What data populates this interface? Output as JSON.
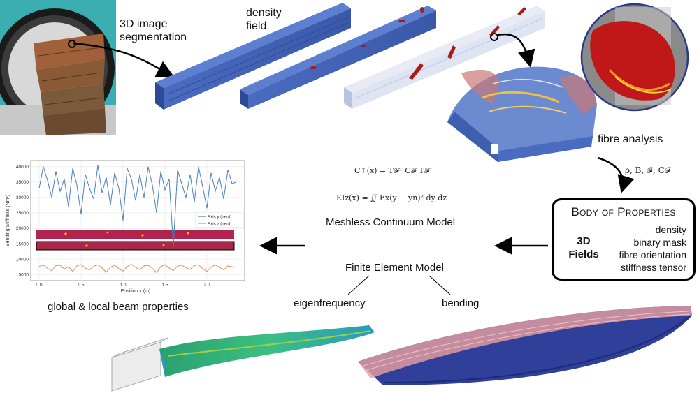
{
  "labels": {
    "segmentation_line1": "3D image",
    "segmentation_line2": "segmentation",
    "density_line1": "density",
    "density_line2": "field",
    "fibre_analysis": "fibre analysis",
    "body_params": "ρ,  B,  𝓕,  C𝓕",
    "meshless_model": "Meshless Continuum Model",
    "fem_model": "Finite Element Model",
    "eigenfrequency": "eigenfrequency",
    "bending": "bending",
    "chart_caption": "global & local beam properties"
  },
  "equations": {
    "eq1": "C↑(x) = T𝓕ᵀ C𝓕 T𝓕",
    "eq2": "EIz(x) = ∬ Ex(y − yn)² dy dz"
  },
  "body_of_properties": {
    "title": "Body of Properties",
    "fields_label_1": "3D",
    "fields_label_2": "Fields",
    "items": [
      "density",
      "binary mask",
      "fibre orientation",
      "stiffness tensor"
    ]
  },
  "colors": {
    "wood_blue": "#3f63b8",
    "fibre_red": "#b01818",
    "series_y": "#4a7fbf",
    "series_z": "#f08a4b",
    "photo_bg": "#3aaeb0"
  },
  "chart_data": {
    "type": "line",
    "xlabel": "Position x (m)",
    "ylabel": "Bending Stiffness (Nm²)",
    "xlim": [
      -0.1,
      2.45
    ],
    "ylim": [
      3000,
      42000
    ],
    "xticks": [
      "0.0",
      "0.5",
      "1.0",
      "1.5",
      "2.0"
    ],
    "yticks": [
      "5000",
      "10000",
      "15000",
      "20000",
      "25000",
      "30000",
      "35000",
      "40000"
    ],
    "grid": true,
    "legend_position": "center-right",
    "x": [
      0.0,
      0.05,
      0.1,
      0.15,
      0.2,
      0.25,
      0.3,
      0.35,
      0.4,
      0.45,
      0.5,
      0.55,
      0.6,
      0.65,
      0.7,
      0.75,
      0.8,
      0.85,
      0.9,
      0.95,
      1.0,
      1.05,
      1.1,
      1.15,
      1.2,
      1.25,
      1.3,
      1.35,
      1.4,
      1.45,
      1.5,
      1.55,
      1.6,
      1.65,
      1.7,
      1.75,
      1.8,
      1.85,
      1.9,
      1.95,
      2.0,
      2.05,
      2.1,
      2.15,
      2.2,
      2.25,
      2.3,
      2.35
    ],
    "series": [
      {
        "name": "Axis y (neut)",
        "values": [
          33000,
          40000,
          35500,
          30000,
          38500,
          32000,
          36000,
          27000,
          39500,
          34000,
          24500,
          37500,
          33000,
          29500,
          40500,
          31500,
          36500,
          27500,
          38000,
          33000,
          22500,
          39500,
          36000,
          29000,
          37500,
          30000,
          40000,
          34000,
          25000,
          38500,
          32500,
          36000,
          14000,
          39000,
          34500,
          30000,
          37500,
          28500,
          40000,
          33500,
          26500,
          38000,
          32000,
          36500,
          29500,
          39000,
          34500,
          35000
        ]
      },
      {
        "name": "Axis z (neut)",
        "values": [
          7600,
          8100,
          7000,
          6200,
          7900,
          8000,
          6800,
          7500,
          6000,
          7800,
          8200,
          7100,
          6500,
          7700,
          8100,
          7200,
          5700,
          7400,
          8000,
          6900,
          6100,
          7600,
          8300,
          7300,
          6600,
          7800,
          8000,
          7000,
          5600,
          7500,
          8200,
          7100,
          6300,
          7700,
          8000,
          7200,
          6700,
          7900,
          8100,
          6900,
          6000,
          7400,
          8100,
          7300,
          6500,
          7800,
          7500,
          7400
        ]
      }
    ]
  }
}
